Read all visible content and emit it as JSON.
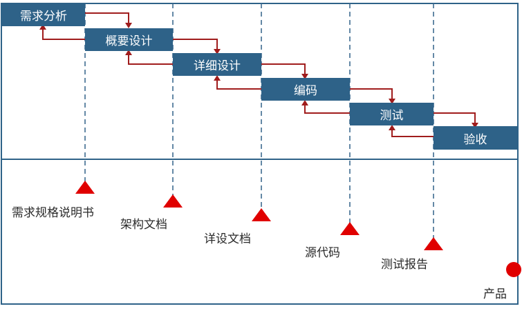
{
  "phases": [
    {
      "label": "需求分析"
    },
    {
      "label": "概要设计"
    },
    {
      "label": "详细设计"
    },
    {
      "label": "编码"
    },
    {
      "label": "测试"
    },
    {
      "label": "验收"
    }
  ],
  "deliverables": [
    {
      "label": "需求规格说明书"
    },
    {
      "label": "架构文档"
    },
    {
      "label": "详设文档"
    },
    {
      "label": "源代码"
    },
    {
      "label": "测试报告"
    }
  ],
  "final_product": {
    "label": "产品"
  },
  "colors": {
    "phase_fill": "#2e6288",
    "frame": "#2e6288",
    "arrow": "#a01c1c",
    "dashed_line": "#3d6b8f",
    "marker": "#e00000"
  }
}
